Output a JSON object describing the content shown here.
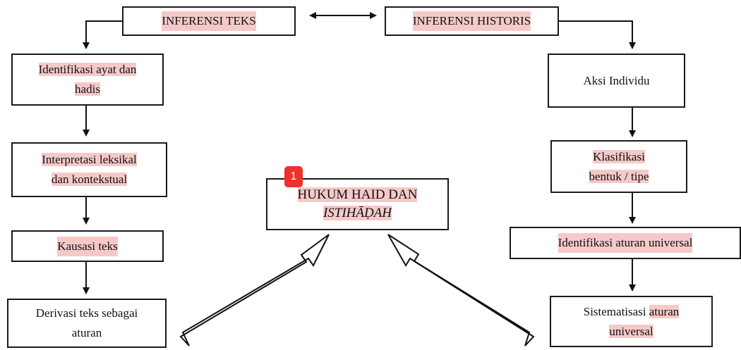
{
  "nodes": {
    "inferensi_teks": "INFERENSI TEKS",
    "inferensi_historis": "INFERENSI HISTORIS",
    "identifikasi_ayat_1": "Identifikasi ayat dan",
    "identifikasi_ayat_2": "hadis",
    "interpretasi_1": "Interpretasi leksikal",
    "interpretasi_2": "dan kontekstual",
    "kausasi": "Kausasi teks",
    "derivasi_1": "Derivasi teks sebagai",
    "derivasi_2": "aturan",
    "aksi_individu": "Aksi Individu",
    "klasifikasi_1": "Klasifikasi",
    "klasifikasi_2": "bentuk / tipe",
    "identifikasi_aturan": "Identifikasi aturan universal",
    "sistematisasi_1a": "Sistematisasi ",
    "sistematisasi_1b": "aturan",
    "sistematisasi_2": "universal",
    "hukum_1": "HUKUM HAID DAN",
    "hukum_2": "ISTIHĀḌAH"
  },
  "badge": "1",
  "colors": {
    "highlight": "#f6c9c9",
    "badge": "#f0302a",
    "border": "#1a1a1a"
  }
}
